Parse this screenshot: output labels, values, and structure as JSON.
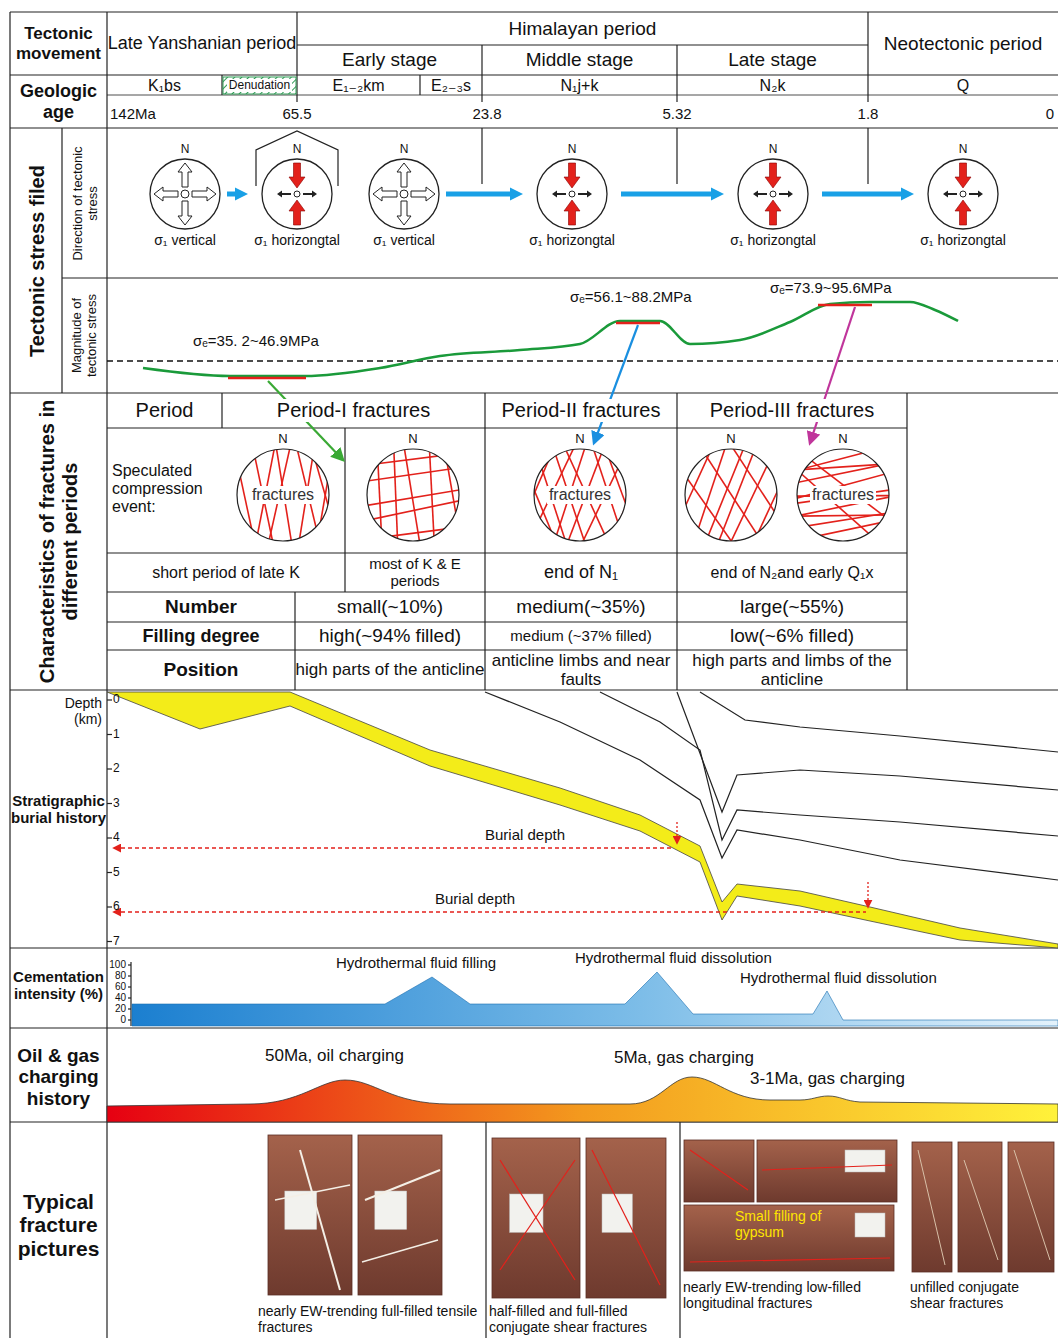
{
  "diagram": {
    "nodes": [
      {
        "text": [
          "σ₁ vertical"
        ]
      },
      {
        "text": [
          "σ₁ horizongtal"
        ]
      },
      {
        "text": [
          "σ₁ vertical"
        ]
      },
      {
        "text": [
          "σ₁ horizongtal"
        ]
      },
      {
        "text": [
          "σ₁ horizongtal"
        ]
      },
      {
        "text": [
          "σ₁ horizongtal"
        ]
      },
      {
        "text": [
          "fractures"
        ]
      },
      {
        "text": [
          "fractures"
        ]
      },
      {
        "text": [
          "fractures"
        ]
      }
    ],
    "edges": [
      {
        "from": 0,
        "to": 1,
        "arrow": "to"
      },
      {
        "from": 2,
        "to": 3,
        "arrow": "to"
      },
      {
        "from": 3,
        "to": 4,
        "arrow": "to"
      },
      {
        "from": 4,
        "to": 5,
        "arrow": "to"
      }
    ],
    "labels": [
      "Tectonic movement",
      "Late Yanshanian period",
      "Himalayan period",
      "Early stage",
      "Middle stage",
      "Late stage",
      "Neotectonic period",
      "Geologic age",
      "K₁bs",
      "Denudation",
      "E₁₋₂km",
      "E₂₋₃s",
      "N₁j+k",
      "N₂k",
      "Q",
      "142Ma",
      "65.5",
      "23.8",
      "5.32",
      "1.8",
      "0",
      "Tectonic stress filed",
      "Direction of tectonic stress",
      "Magnitude of tectonic stress",
      "N",
      "N",
      "N",
      "N",
      "N",
      "N",
      "σₑ=35. 2~46.9MPa",
      "σₑ=56.1~88.2MPa",
      "σₑ=73.9~95.6MPa",
      "Characteristics of fractures in different periods",
      "Period",
      "Period-I fractures",
      "Period-II fractures",
      "Period-III fractures",
      "Speculated compression event:",
      "N",
      "N",
      "N",
      "N",
      "N",
      "short period of late K",
      "most of K & E periods",
      "end of N₁",
      "end of N₂and early Q₁x",
      "Number",
      "small(~10%)",
      "medium(~35%)",
      "large(~55%)",
      "Filling degree",
      "high(~94% filled)",
      "medium (~37% filled)",
      "low(~6% filled)",
      "Position",
      "high parts of the anticline",
      "anticline limbs and near faults",
      "high parts and limbs of the anticline",
      "Depth (km)",
      "0",
      "1",
      "2",
      "3",
      "4",
      "5",
      "6",
      "7",
      "Stratigraphic burial history",
      "Burial depth",
      "Burial depth",
      "Cementation intensity (%)",
      "100",
      "80",
      "60",
      "40",
      "20",
      "0",
      "Hydrothermal fluid filling",
      "Hydrothermal fluid dissolution",
      "Hydrothermal fluid dissolution",
      "Oil & gas charging history",
      "50Ma, oil charging",
      "5Ma, gas charging",
      "3-1Ma, gas charging",
      "Typical fracture pictures",
      "Small filling of gypsum",
      "nearly EW-trending full-filled tensile fractures",
      "half-filled and full-filled conjugate shear fractures",
      "nearly EW-trending low-filled longitudinal fractures",
      "unfilled conjugate shear fractures"
    ]
  }
}
